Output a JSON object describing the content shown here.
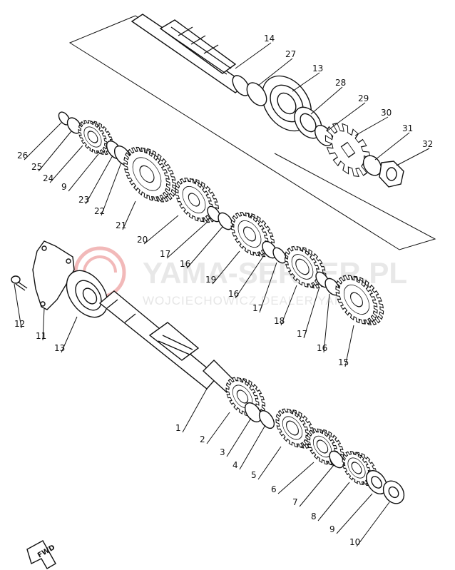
{
  "watermark": {
    "brand": "YAMA-SERVER.PL",
    "tagline": "WOJCIECHOWICZ DEALER YAMAHA",
    "accent_color": "#e03030"
  },
  "fwd_label": "FWD",
  "callouts": [
    "14",
    "27",
    "13",
    "28",
    "29",
    "30",
    "31",
    "32",
    "26",
    "25",
    "24",
    "9",
    "23",
    "22",
    "21",
    "20",
    "17",
    "16",
    "19",
    "16",
    "17",
    "18",
    "17",
    "16",
    "15",
    "12",
    "11",
    "13",
    "1",
    "2",
    "3",
    "4",
    "5",
    "6",
    "7",
    "8",
    "9",
    "10"
  ]
}
